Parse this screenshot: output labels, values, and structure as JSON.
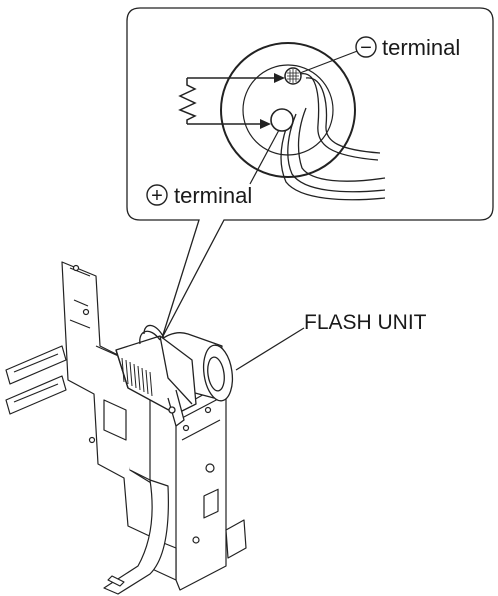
{
  "labels": {
    "minus_terminal": "terminal",
    "plus_terminal": "terminal",
    "flash_unit": "FLASH UNIT"
  },
  "symbols": {
    "minus": "−",
    "plus": "+"
  }
}
